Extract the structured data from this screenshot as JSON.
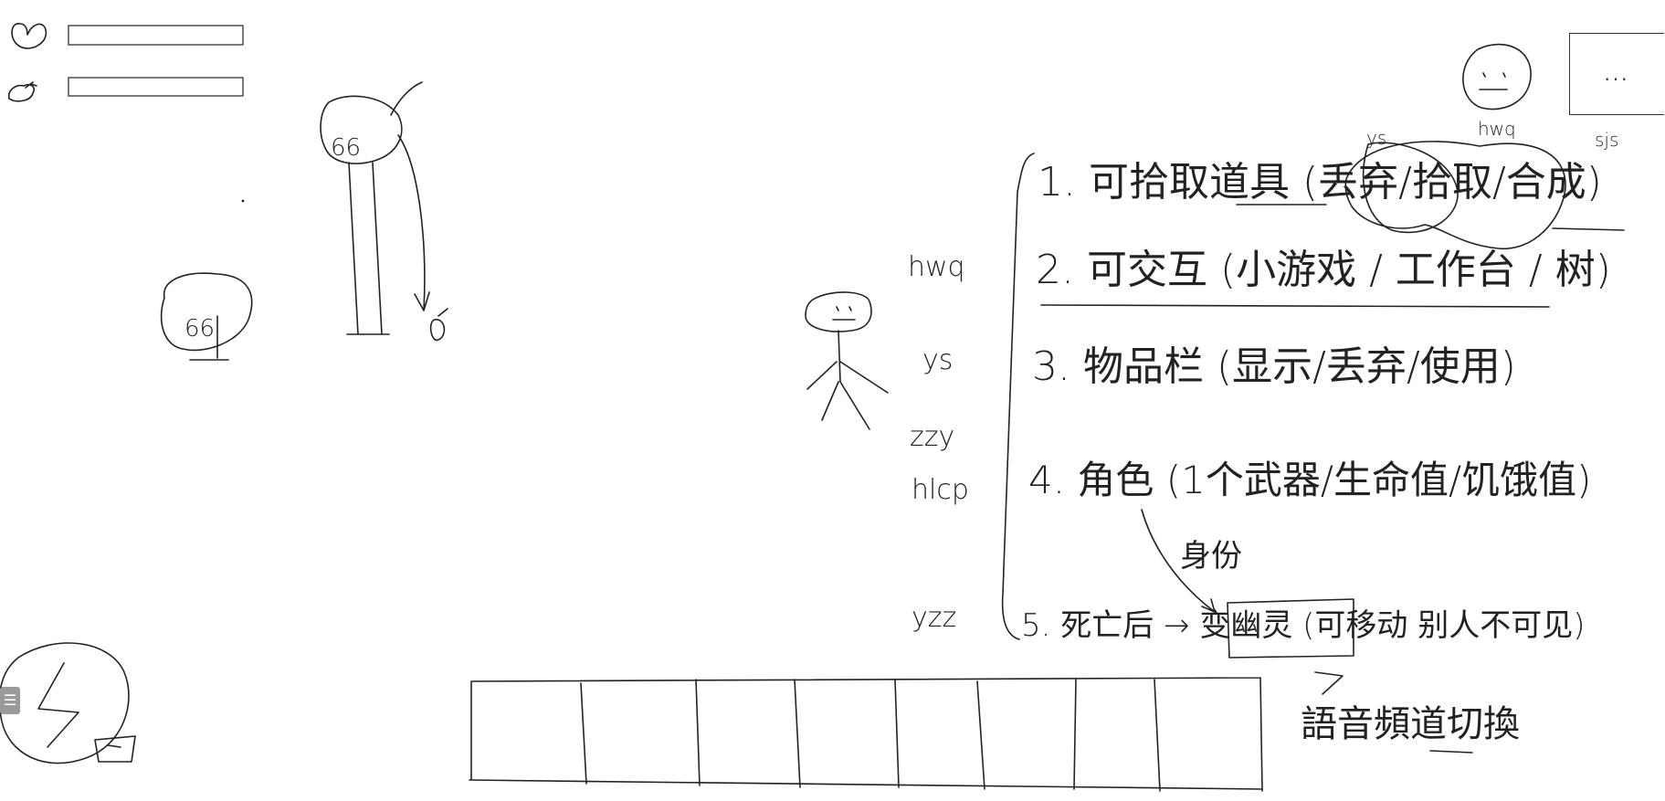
{
  "top_left": {
    "health_icon": "heart-icon",
    "hunger_icon": "food-icon"
  },
  "more_button": {
    "label": "..."
  },
  "sidebar_tab": {
    "icon": "menu-icon",
    "label": "☰"
  },
  "sketch": {
    "top_labels": [
      "ys",
      "hwq",
      "sjs"
    ],
    "members": [
      "hwq",
      "ys",
      "zzy",
      "hlcp",
      "yzz"
    ],
    "items": [
      "1. 可拾取道具 (丢弃/拾取/合成)",
      "2. 可交互 (小游戏 / 工作台 / 树)",
      "3. 物品栏 (显示/丢弃/使用)",
      "4. 角色 (1个武器/生命值/饥饿值)",
      "5. 死亡后 → 变幽灵 (可移动 别人不可见)"
    ],
    "note_identity": "身份",
    "note_voice": "語音頻道切換"
  },
  "colors": {
    "ink": "#222222",
    "background": "#ffffff",
    "tab": "#9a9a9a"
  }
}
